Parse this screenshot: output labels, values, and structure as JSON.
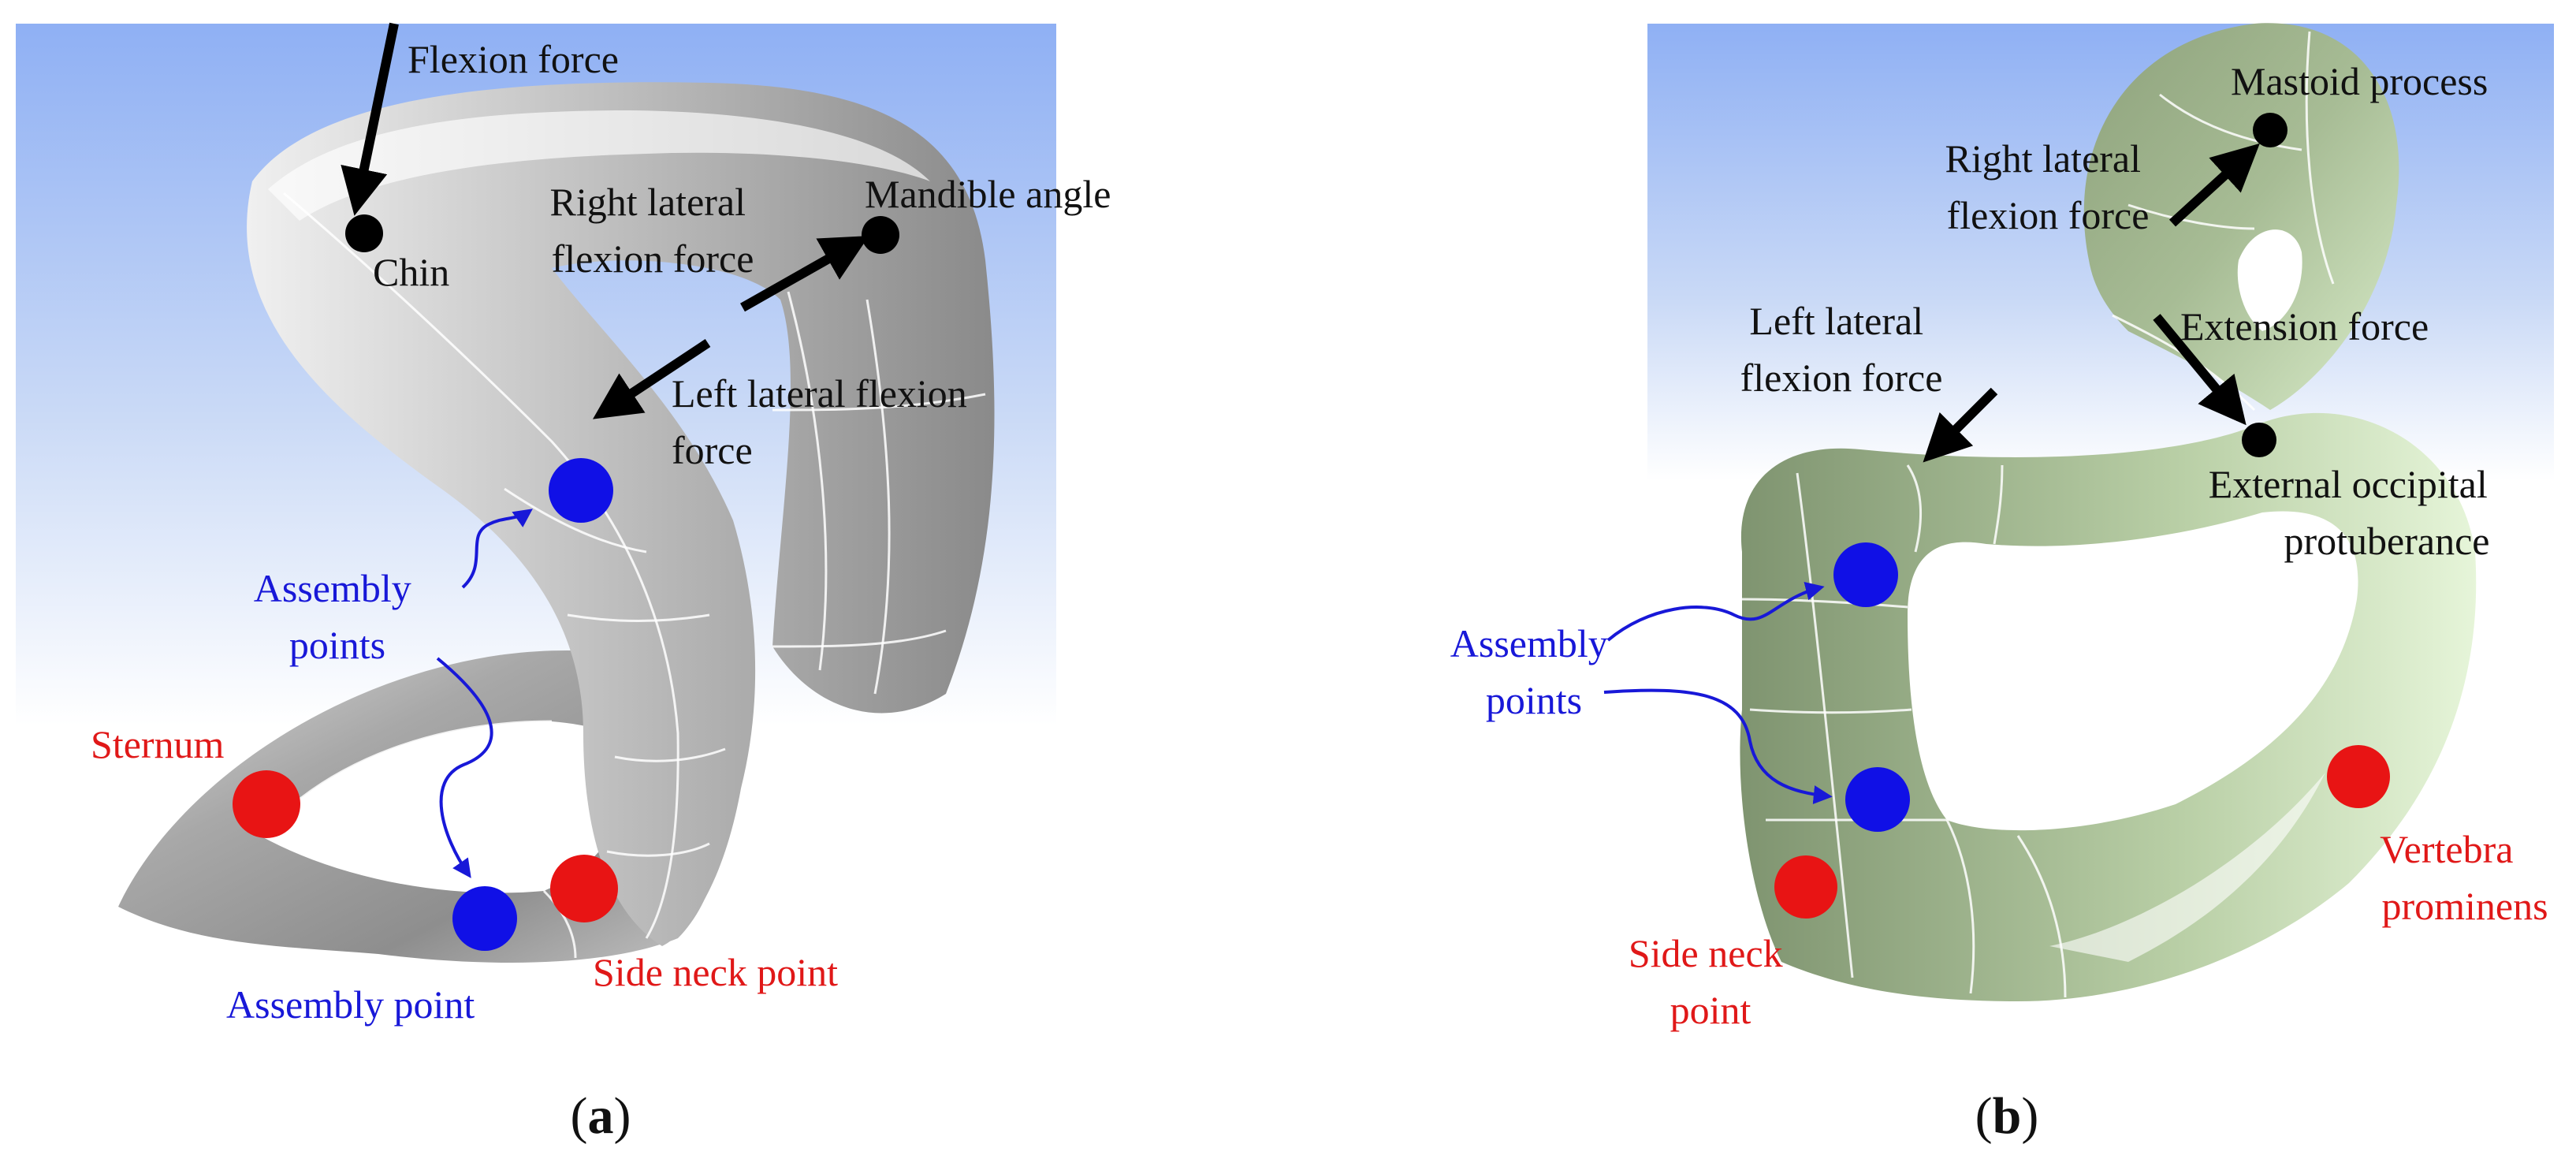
{
  "colors": {
    "background_top": "#8fb0f4",
    "background_bottom": "#ffffff",
    "collar_a": "#a9a9a9",
    "collar_b": "#aabf98",
    "marker_black": "#000000",
    "marker_blue": "#1010e6",
    "marker_red": "#e81414",
    "label_blue": "#1818d8",
    "label_red": "#e01818"
  },
  "panels": [
    {
      "id": "a",
      "caption": {
        "open": "(",
        "letter": "a",
        "close": ")"
      },
      "labels": {
        "flexion_force": [
          "Flexion force"
        ],
        "chin": [
          "Chin"
        ],
        "right_lateral": [
          "Right lateral",
          "flexion force"
        ],
        "mandible_angle": [
          "Mandible angle"
        ],
        "left_lateral": [
          "Left lateral flexion",
          "force"
        ],
        "assembly_points": [
          "Assembly",
          "points"
        ],
        "sternum": [
          "Sternum"
        ],
        "assembly_point": [
          "Assembly point"
        ],
        "side_neck_point": [
          "Side neck point"
        ]
      }
    },
    {
      "id": "b",
      "caption": {
        "open": "(",
        "letter": "b",
        "close": ")"
      },
      "labels": {
        "mastoid_process": [
          "Mastoid process"
        ],
        "right_lateral": [
          "Right lateral",
          "flexion force"
        ],
        "left_lateral": [
          "Left lateral",
          "flexion force"
        ],
        "extension_force": [
          "Extension force"
        ],
        "external_occipital": [
          "External occipital",
          "protuberance"
        ],
        "assembly_points": [
          "Assembly",
          "points"
        ],
        "vertebra_prominens": [
          "Vertebra",
          "prominens"
        ],
        "side_neck_point": [
          "Side neck",
          "point"
        ]
      }
    }
  ]
}
